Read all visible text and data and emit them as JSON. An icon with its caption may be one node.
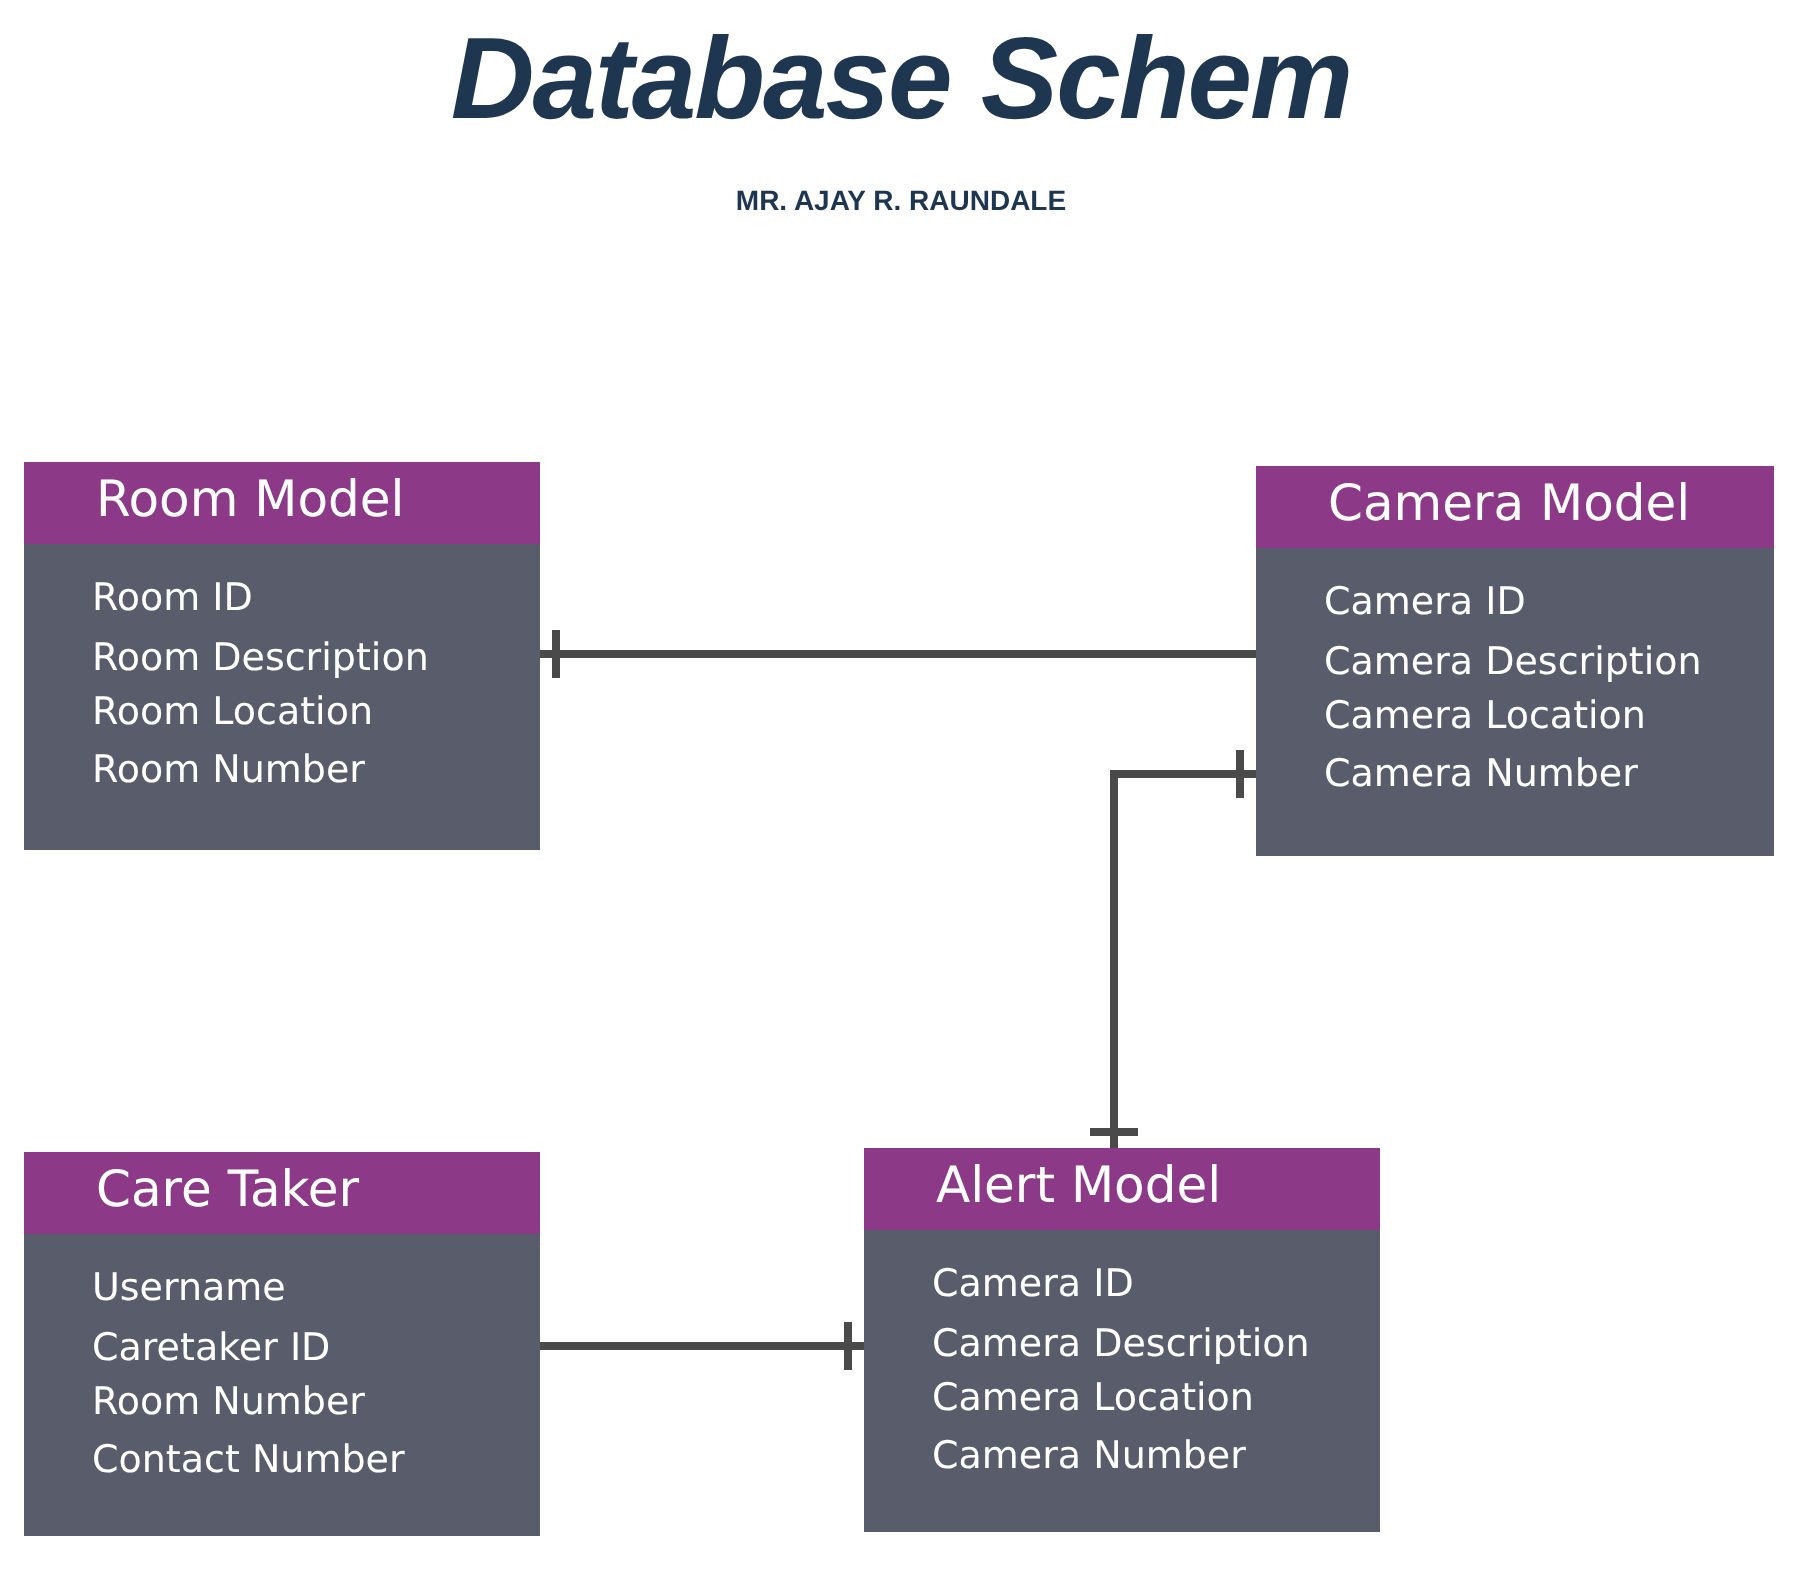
{
  "diagram": {
    "title": "Database Schem",
    "nodes": [
      {
        "text": [
          "Room Model",
          "Room ID",
          "Room Description",
          "Room Location",
          "Room Number"
        ]
      },
      {
        "text": [
          "Camera Model",
          "Camera ID",
          "Camera Description",
          "Camera Location",
          "Camera Number"
        ]
      },
      {
        "text": [
          "Care Taker",
          "Username",
          "Caretaker ID",
          "Room Number",
          "Contact Number"
        ]
      },
      {
        "text": [
          "Alert Model",
          "Camera ID",
          "Camera Description",
          "Camera Location",
          "Camera Number"
        ]
      }
    ],
    "edges": [
      {
        "from": 1,
        "to": 0,
        "arrow": "other"
      },
      {
        "from": 3,
        "to": 1,
        "arrow": "other"
      },
      {
        "from": 2,
        "to": 3,
        "arrow": "other"
      }
    ],
    "labels": [
      "MR. AJAY R. RAUNDALE"
    ]
  }
}
